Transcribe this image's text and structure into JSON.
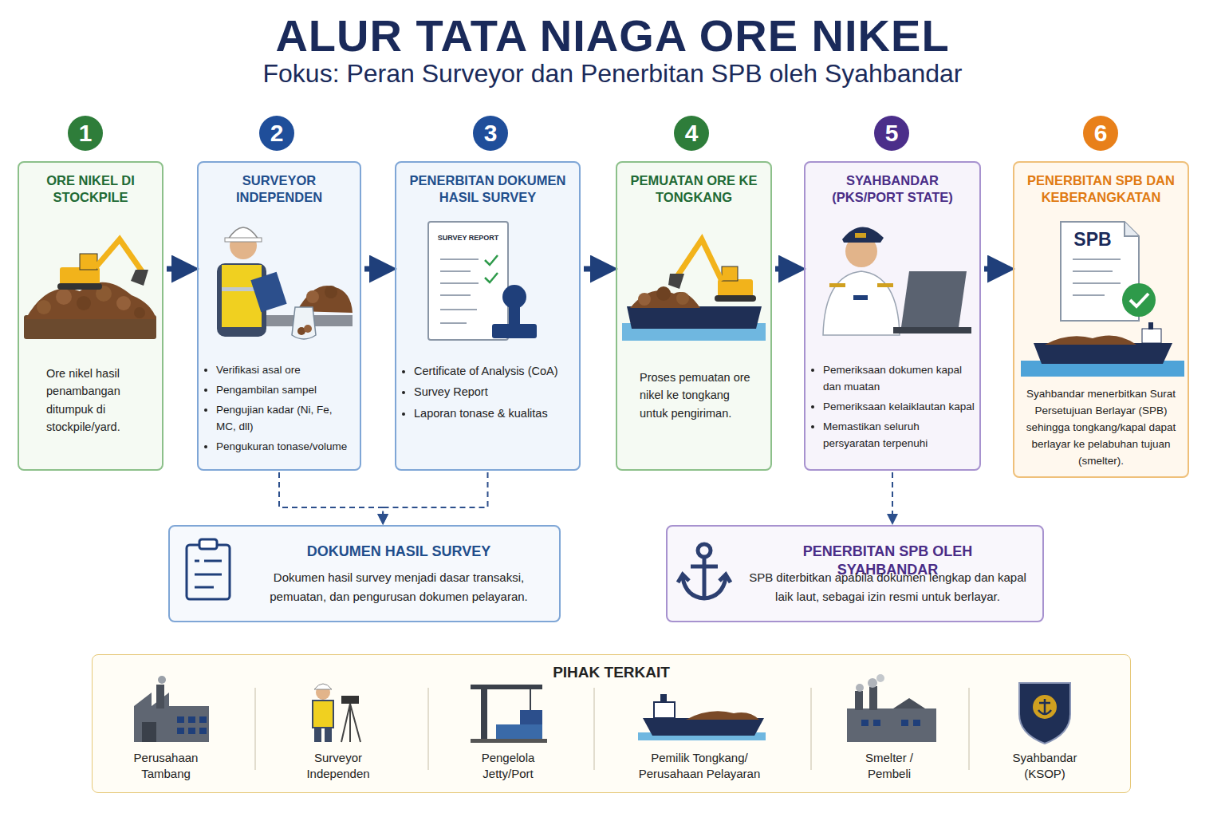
{
  "diagram": {
    "title": "ALUR TATA NIAGA ORE NIKEL",
    "caption": "Fokus: Peran Surveyor dan Penerbitan SPB oleh Syahbandar",
    "nodes": [
      {
        "text": [
          "ORE NIKEL DI STOCKPILE",
          "Ore nikel hasil penambangan ditumpuk di stockpile/yard."
        ]
      },
      {
        "text": [
          "SURVEYOR INDEPENDEN",
          "Verifikasi asal ore",
          "Pengambilan sampel",
          "Pengujian kadar (Ni, Fe, MC, dll)",
          "Pengukuran tonase/volume"
        ]
      },
      {
        "text": [
          "PENERBITAN DOKUMEN HASIL SURVEY",
          "Certificate of Analysis (CoA)",
          "Survey Report",
          "Laporan tonase & kualitas"
        ]
      },
      {
        "text": [
          "PEMUATAN ORE KE TONGKANG",
          "Proses pemuatan ore nikel ke tongkang untuk pengiriman."
        ]
      },
      {
        "text": [
          "SYAHBANDAR (PKS/PORT STATE)",
          "Pemeriksaan dokumen kapal dan muatan",
          "Pemeriksaan kelaiklautan kapal",
          "Memastikan seluruh persyaratan terpenuhi"
        ]
      },
      {
        "text": [
          "PENERBITAN SPB DAN KEBERANGKATAN",
          "Syahbandar menerbitkan Surat Persetujuan Berlayar (SPB) sehingga tongkang/kapal dapat berlayar ke pelabuhan tujuan (smelter)."
        ]
      },
      {
        "text": [
          "DOKUMEN HASIL SURVEY",
          "Dokumen hasil survey menjadi dasar transaksi, pemuatan, dan pengurusan dokumen pelayaran."
        ]
      },
      {
        "text": [
          "PENERBITAN SPB OLEH SYAHBANDAR",
          "SPB diterbitkan apabila dokumen lengkap dan kapal laik laut, sebagai izin resmi untuk berlayar."
        ]
      },
      {
        "text": [
          "PIHAK TERKAIT"
        ]
      }
    ],
    "edges": [
      {
        "from": 0,
        "to": 1,
        "arrow": "to"
      },
      {
        "from": 1,
        "to": 2,
        "arrow": "to"
      },
      {
        "from": 2,
        "to": 3,
        "arrow": "to"
      },
      {
        "from": 3,
        "to": 4,
        "arrow": "to"
      },
      {
        "from": 4,
        "to": 5,
        "arrow": "to"
      },
      {
        "from": 1,
        "to": 6,
        "arrow": "to"
      },
      {
        "from": 2,
        "to": 6,
        "arrow": "to"
      },
      {
        "from": 4,
        "to": 7,
        "arrow": "to"
      }
    ],
    "labels": [
      "1",
      "2",
      "3",
      "4",
      "5",
      "6",
      "SURVEY REPORT",
      "SPB",
      "Perusahaan Tambang",
      "Surveyor Independen",
      "Pengelola Jetty/Port",
      "Pemilik Tongkang/ Perusahaan Pelayaran",
      "Smelter / Pembeli",
      "Syahbandar (KSOP)"
    ]
  }
}
